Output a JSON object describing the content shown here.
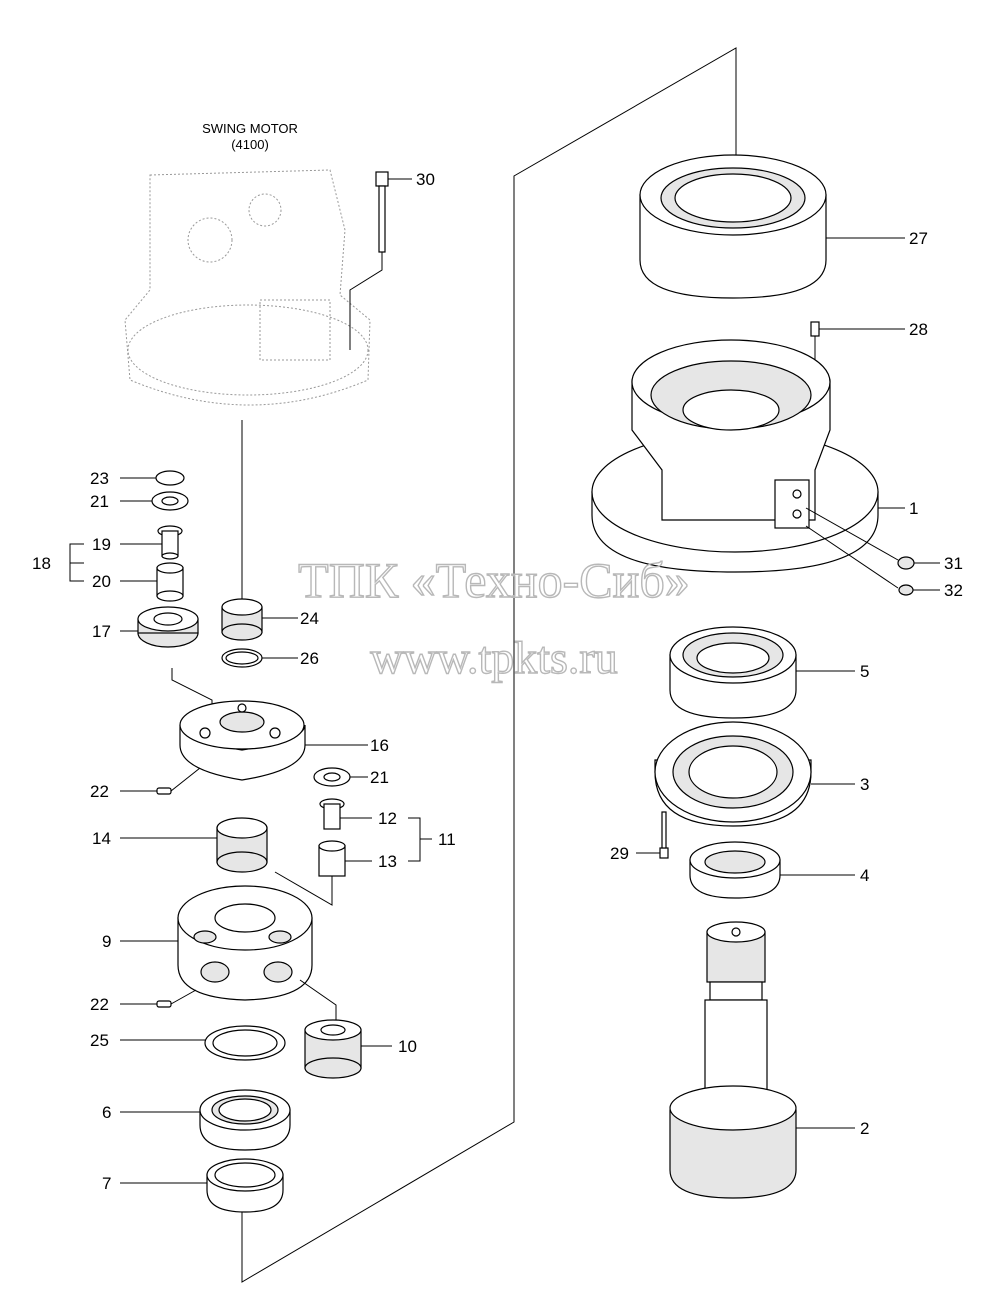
{
  "title": {
    "line1": "SWING MOTOR",
    "line2": "(4100)"
  },
  "watermark": {
    "line1": "ТПК «Техно-Сиб»",
    "line2": "www.tpkts.ru"
  },
  "labels": {
    "l1": "1",
    "l2": "2",
    "l3": "3",
    "l4": "4",
    "l5": "5",
    "l6": "6",
    "l7": "7",
    "l9": "9",
    "l10": "10",
    "l11": "11",
    "l12": "12",
    "l13": "13",
    "l14": "14",
    "l16": "16",
    "l17": "17",
    "l18": "18",
    "l19": "19",
    "l20": "20",
    "l21a": "21",
    "l21b": "21",
    "l22a": "22",
    "l22b": "22",
    "l23": "23",
    "l24": "24",
    "l25": "25",
    "l26": "26",
    "l27": "27",
    "l28": "28",
    "l29": "29",
    "l30": "30",
    "l31": "31",
    "l32": "32"
  }
}
